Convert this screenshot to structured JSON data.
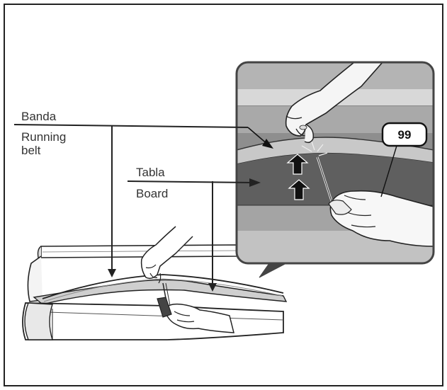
{
  "labels": {
    "banda": "Banda",
    "running_line1": "Running",
    "running_line2": "belt",
    "tabla": "Tabla",
    "board": "Board"
  },
  "badge": {
    "text": "99"
  },
  "colors": {
    "frame": "#222222",
    "inset_border": "#444444",
    "belt_gray": "#9a9a9a",
    "board_dark": "#5e5e5e",
    "deck_light": "#bdbdbd",
    "arrow_black": "#111111"
  }
}
